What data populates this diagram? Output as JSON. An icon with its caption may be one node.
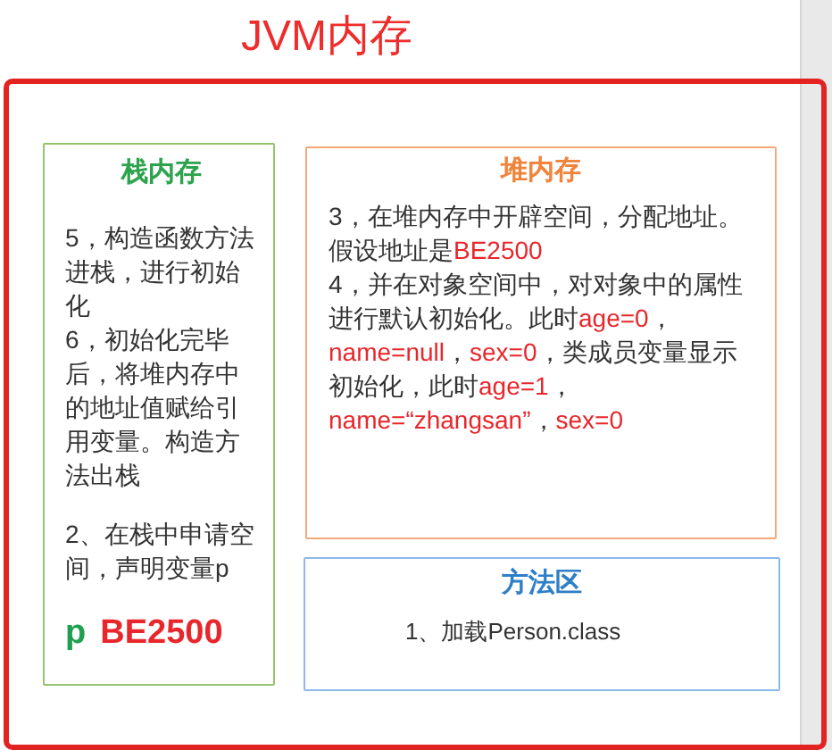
{
  "diagram": {
    "nodes": [
      {
        "text": [
          "JVM内存"
        ]
      },
      {
        "text": [
          "栈内存",
          "5，构造函数方法进栈，进行初始化",
          "6，初始化完毕后，将堆内存中的地址值赋给引用变量。构造方法出栈",
          "2、在栈中申请空间，声明变量p",
          "p",
          "BE2500"
        ],
        "in": 0
      },
      {
        "text": [
          "堆内存",
          "3，在堆内存中开辟空间，分配地址。假设地址是BE2500",
          "4，并在对象空间中，对对象中的属性进行默认初始化。此时age=0，name=null，sex=0，类成员变量显示初始化，此时age=1，name=“zhangsan”，sex=0"
        ],
        "in": 0
      },
      {
        "text": [
          "方法区",
          "1、加载Person.class"
        ],
        "in": 0
      }
    ]
  }
}
